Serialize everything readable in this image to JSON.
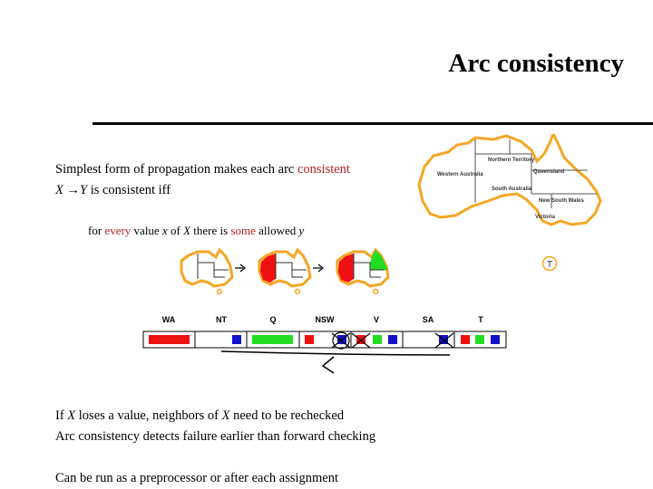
{
  "slide": {
    "title": "Arc consistency",
    "line1_a": "Simplest form of propagation makes each arc ",
    "line1_b": "consistent",
    "line2_a": "X ",
    "line2_arrow": "→",
    "line2_b": "Y",
    "line2_c": " is consistent iff",
    "line3_a": "for ",
    "line3_b": "every",
    "line3_c": " value ",
    "line3_d": "x",
    "line3_e": " of ",
    "line3_f": "X",
    "line3_g": " there is ",
    "line3_h": "some",
    "line3_i": " allowed ",
    "line3_j": "y",
    "bottom1_a": "If ",
    "bottom1_b": "X",
    "bottom1_c": " loses a value, neighbors of ",
    "bottom1_d": "X",
    "bottom1_e": " need to be rechecked",
    "bottom2": "Arc consistency detects failure earlier than forward checking",
    "bottom3": "Can be run as a preprocessor or after each assignment"
  },
  "map": {
    "regions": [
      "Western Australia",
      "Northern Territory",
      "Queensland",
      "South Australia",
      "New South Wales",
      "Victoria"
    ],
    "island_label": "T"
  },
  "table": {
    "headers": [
      "WA",
      "NT",
      "Q",
      "NSW",
      "V",
      "SA",
      "T"
    ]
  },
  "colors": {
    "red": "#ee1111",
    "green": "#22dd22",
    "blue": "#1111cc",
    "map_outline": "#f5a623",
    "accent_text": "#b22222"
  }
}
